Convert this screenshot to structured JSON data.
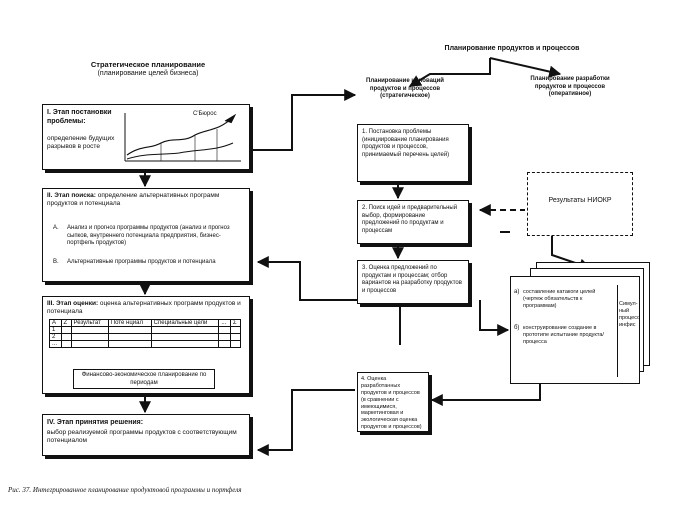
{
  "header": {
    "strategic_title": "Стратегическое планирование",
    "strategic_subtitle": "(планирование целей бизнеса)",
    "top_right_title": "Планирование продуктов и процессов",
    "planning_innovations": "Планирование инноваций продуктов и процессов (стратегическое)",
    "planning_development": "Планирование разработки продуктов и процессов (оперативное)"
  },
  "left": {
    "stage1": {
      "label": "I. Этап постановки проблемы:",
      "text": "определение будущих разрывов в росте",
      "chart_label": "C'Бюрос"
    },
    "stage2": {
      "label": "II. Этап поиска:",
      "text": "определение альтернативных программ продуктов и потенциала",
      "item_a_marker": "A.",
      "item_a": "Анализ и прогноз программы продуктов (анализ и прогноз сыпков, внутреннего потенциала предприятия, бизнес-портфель продуктов)",
      "item_b_marker": "B.",
      "item_b": "Альтернативные программы продуктов и потенциала"
    },
    "stage3": {
      "label": "III. Этап оценки:",
      "text": "оценка альтернативных программ продуктов и потенциала",
      "table_headers": [
        "A",
        "Z",
        "Результат",
        "Поте нциал",
        "Специальные цели",
        "...",
        "Σ"
      ],
      "table_rows": [
        "1",
        "2",
        "..."
      ],
      "finance_text": "Финансово-экономическое планирование по периодам"
    },
    "stage4": {
      "label": "IV. Этап принятия решения:",
      "text": "выбор реализуемой программы продуктов с соответствующим потенциалом"
    }
  },
  "middle": {
    "box1": "1. Постановка проблемы (инициирование планирования продуктов и процессов, принимаемый перечень целей)",
    "box2": "2. Поиск идей и предварительный выбор, формирование предложений по продуктам и процессам",
    "box3": "3. Оценка предложений по продуктам и процессам; отбор вариантов на разработку продуктов и процессов",
    "box4": "4. Оценка разработанных продуктов и процессов (в сравнении с имеющимися, маркетинговая и экологическая оценка продуктов и процессов)"
  },
  "right": {
    "niokr": "Результаты НИОКР",
    "sheet_a_marker": "a)",
    "sheet_a": "составление катакоги целей (чертеж обязательств к программам)",
    "sheet_b_marker": "б)",
    "sheet_b": "конструирование создание в прототипе испытание продукта/процесса",
    "sheet_side": "Симул-ный процесс инфис"
  },
  "caption": "Рис. 37. Интегрированное планирование продуктовой программы и портфеля"
}
